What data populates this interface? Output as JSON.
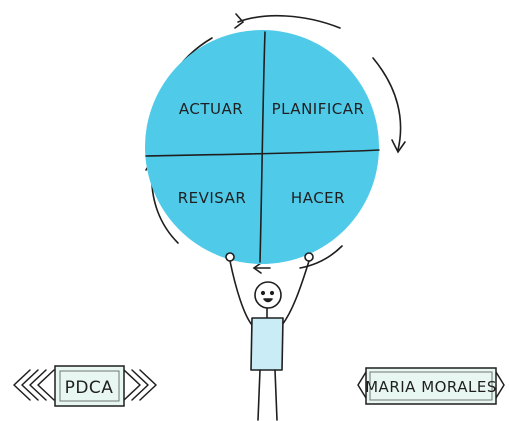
{
  "diagram": {
    "quadrants": {
      "top_left": "ACTUAR",
      "top_right": "PLANIFICAR",
      "bottom_left": "REVISAR",
      "bottom_right": "HACER"
    },
    "left_badge": "PDCA",
    "right_badge": "MARIA MORALES"
  },
  "colors": {
    "circle_fill": "#4fcbe9",
    "shirt_fill": "#c9ecf6",
    "badge_fill": "#e9f7f2",
    "ink": "#1f1f1f"
  },
  "icons": {
    "cycle_arrows": "circular-arrow-icon",
    "figure": "stick-figure-icon"
  }
}
